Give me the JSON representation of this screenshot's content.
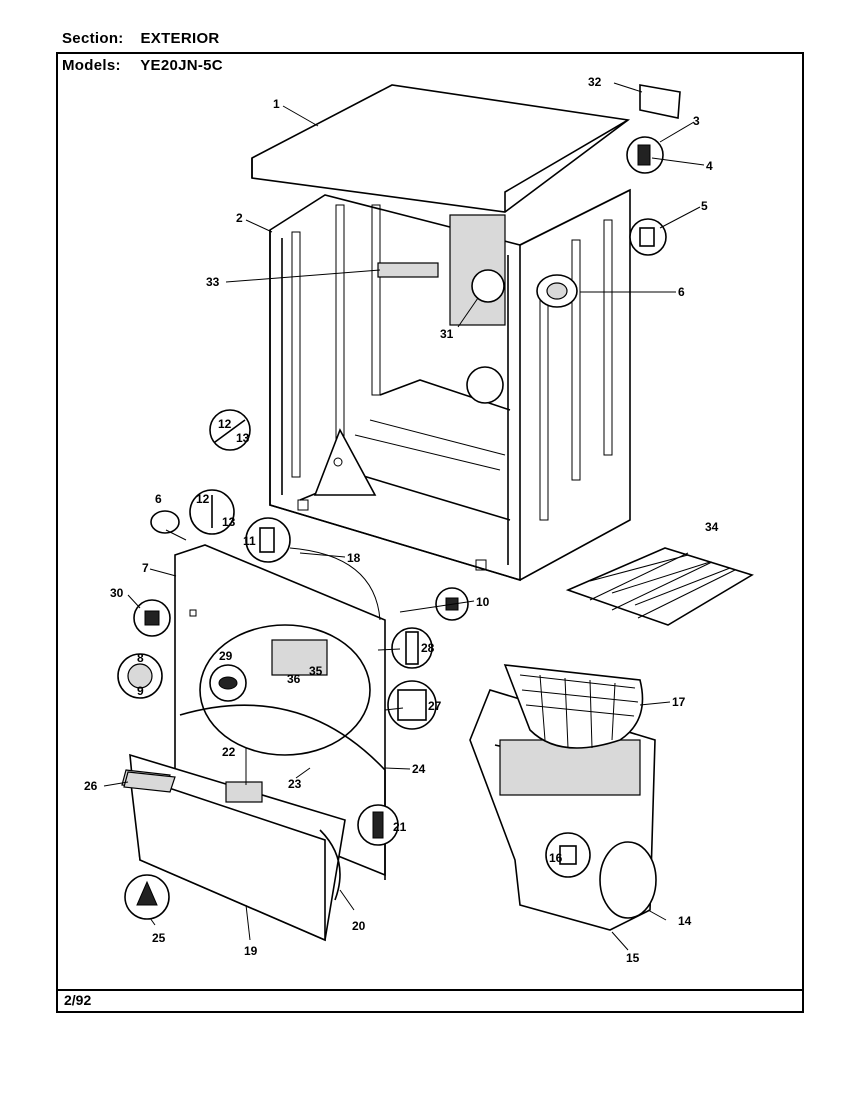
{
  "header": {
    "section_key": "Section:",
    "section_value": "EXTERIOR",
    "models_key": "Models:",
    "models_value": "YE20JN-5C"
  },
  "footer": {
    "date": "2/92"
  },
  "callouts": [
    "1",
    "2",
    "3",
    "4",
    "5",
    "6",
    "31",
    "33",
    "12",
    "13",
    "6",
    "12",
    "13",
    "11",
    "18",
    "7",
    "10",
    "30",
    "28",
    "8",
    "9",
    "29",
    "36",
    "35",
    "27",
    "17",
    "22",
    "26",
    "23",
    "24",
    "21",
    "16",
    "25",
    "19",
    "20",
    "14",
    "15",
    "32",
    "34"
  ]
}
